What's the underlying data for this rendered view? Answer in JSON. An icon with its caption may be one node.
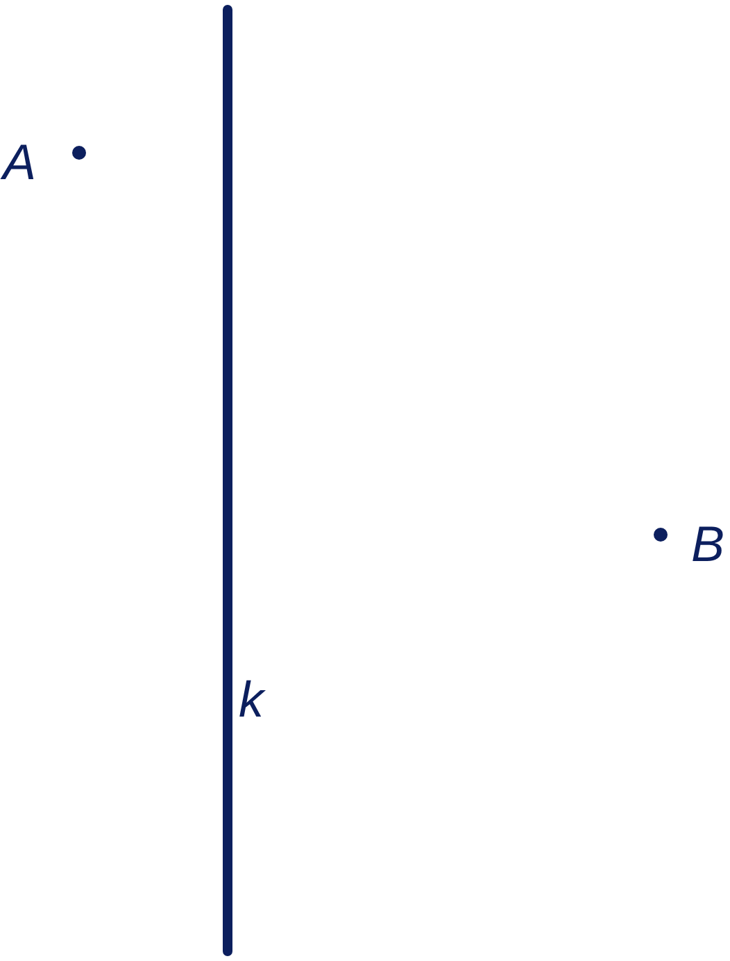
{
  "diagram": {
    "labels": [
      "A",
      "B",
      "k"
    ]
  }
}
